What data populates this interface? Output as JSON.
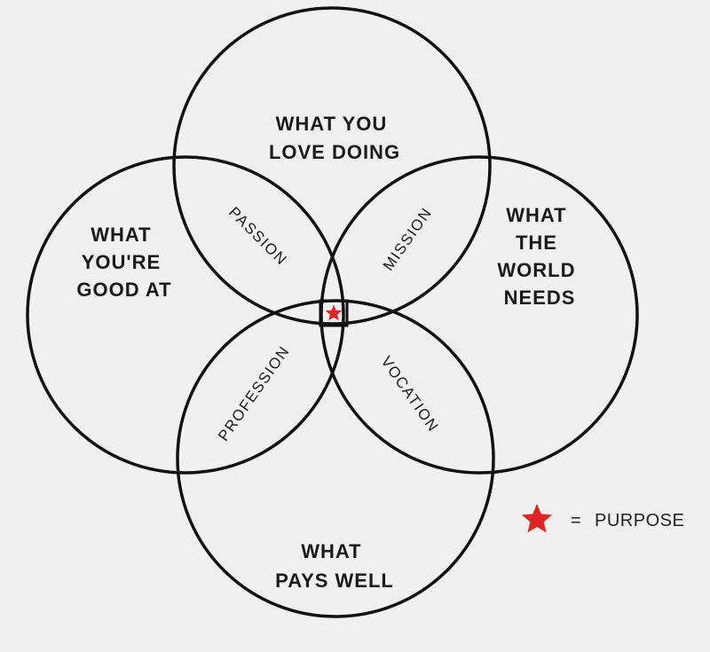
{
  "colors": {
    "background": "#f0f0f0",
    "ring": "#111111",
    "text": "#1a1a1a",
    "star": "#e02424"
  },
  "circles": {
    "love": [
      "WHAT YOU",
      "LOVE DOING"
    ],
    "good": [
      "WHAT",
      "YOU'RE",
      "GOOD AT"
    ],
    "world": [
      "WHAT",
      "THE",
      "WORLD",
      "NEEDS"
    ],
    "pays": [
      "WHAT",
      "PAYS WELL"
    ]
  },
  "overlaps": {
    "passion": "PASSION",
    "mission": "MISSION",
    "profession": "PROFESSION",
    "vocation": "VOCATION"
  },
  "legend": {
    "icon": "star-icon",
    "equals": "=",
    "label": "PURPOSE"
  }
}
